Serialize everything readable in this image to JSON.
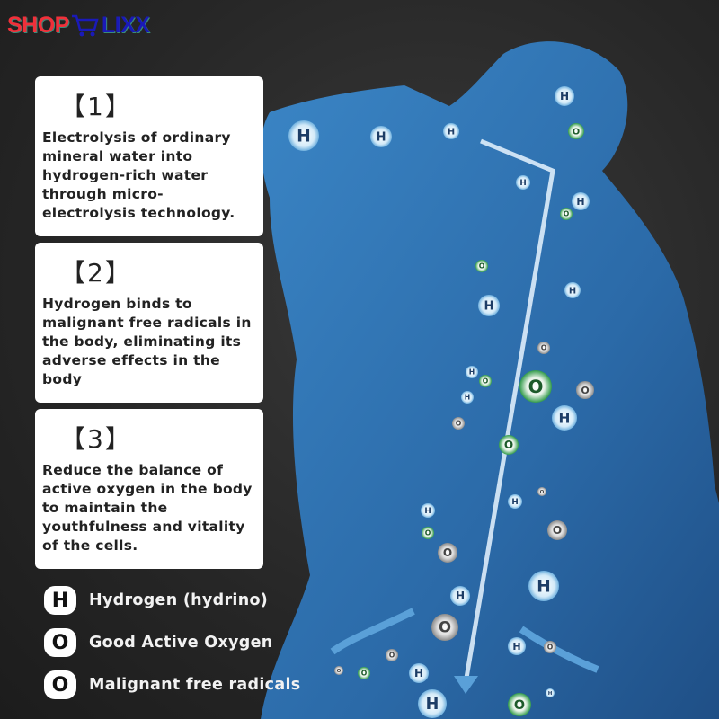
{
  "logo": {
    "left": "SHOP",
    "right": "LIXX"
  },
  "steps": [
    {
      "number": "【1】",
      "text": "Electrolysis of ordinary mineral water into hydrogen-rich water through micro-electrolysis technology."
    },
    {
      "number": "【2】",
      "text": "Hydrogen binds to malignant free radicals in the body, eliminating its adverse effects in the body"
    },
    {
      "number": "【3】",
      "text": "Reduce the balance of active oxygen in the body to maintain the youthfulness and vitality of the cells."
    }
  ],
  "legend": [
    {
      "symbol": "H",
      "label": "Hydrogen (hydrino)"
    },
    {
      "symbol": "O",
      "label": "Good Active Oxygen"
    },
    {
      "symbol": "O",
      "label": "Malignant free radicals"
    }
  ],
  "colors": {
    "body": "#2e6fb0",
    "hydrogen": "#cfe6f7",
    "good_oxygen": "#2f9a48",
    "radical": "#9a9a9a"
  }
}
